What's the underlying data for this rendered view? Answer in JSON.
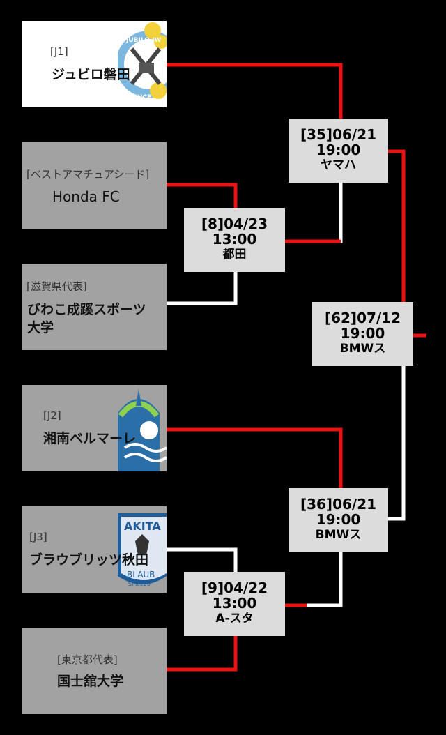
{
  "colors": {
    "background": "#000000",
    "win_line": "#ee1111",
    "lose_line": "#ffffff",
    "team_box": "#a2a2a2",
    "winner_box": "#ffffff",
    "match_box": "#dcdcdc"
  },
  "teams": [
    {
      "id": "iwata",
      "category": "[J1]",
      "name": "ジュビロ磐田",
      "logo": "jubilo-iwata-crest-icon"
    },
    {
      "id": "honda",
      "category": "[ベストアマチュアシード]",
      "name": "Honda FC"
    },
    {
      "id": "biwako",
      "category": "[滋賀県代表]",
      "name_line1": "びわこ成蹊スポーツ",
      "name_line2": "大学"
    },
    {
      "id": "shonan",
      "category": "[J2]",
      "name": "湘南ベルマーレ",
      "logo": "shonan-bellmare-crest-icon"
    },
    {
      "id": "akita",
      "category": "[J3]",
      "name": "ブラウブリッツ秋田",
      "logo": "blaublitz-akita-crest-icon",
      "logo_text": "AKITA",
      "logo_text2": "BLAUB",
      "logo_text3": "Since20"
    },
    {
      "id": "kokushikan",
      "category": "[東京都代表]",
      "name": "国士舘大学"
    }
  ],
  "matches": [
    {
      "id": "m8",
      "number_date": "[8]04/23",
      "time": "13:00",
      "venue": "都田"
    },
    {
      "id": "m35",
      "number_date": "[35]06/21",
      "time": "19:00",
      "venue": "ヤマハ"
    },
    {
      "id": "m62",
      "number_date": "[62]07/12",
      "time": "19:00",
      "venue": "BMWス"
    },
    {
      "id": "m36",
      "number_date": "[36]06/21",
      "time": "19:00",
      "venue": "BMWス"
    },
    {
      "id": "m9",
      "number_date": "[9]04/22",
      "time": "13:00",
      "venue": "A-スタ"
    }
  ],
  "logo_texts": {
    "jubilo_arc": "JUBILO IW",
    "jubilo_since": "SINCE"
  }
}
